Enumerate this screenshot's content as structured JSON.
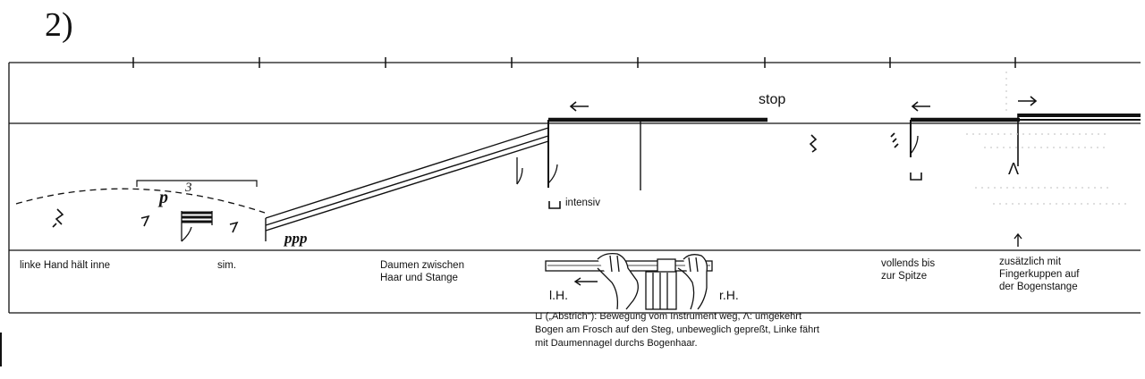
{
  "figure_label": "2)",
  "stop_label": "stop",
  "dynamics": {
    "p": "p",
    "tuplet": "3",
    "ppp": "ppp"
  },
  "intensiv_label": "intensiv",
  "caret_symbol": "Λ",
  "bottom_labels": {
    "left_hand": "linke Hand hält inne",
    "sim": "sim.",
    "thumb": "Daumen zwischen\nHaar und Stange",
    "tip": "vollends bis\nzur Spitze",
    "fingertips": "zusätzlich mit\nFingerkuppen auf\nder Bogenstange"
  },
  "hands": {
    "left": "l.H.",
    "right": "r.H."
  },
  "footnote": "⊔ („Abstrich\"): Bewegung vom Instrument weg, Λ: umgekehrt\nBogen am Frosch auf den Steg, unbeweglich gepreßt, Linke fährt\nmit Daumennagel durchs Bogenhaar.",
  "icons": [
    "left-arrow-icon",
    "right-arrow-icon",
    "up-arrow-icon",
    "downbow-icon",
    "hands-icon"
  ],
  "colors": {
    "ink": "#111111",
    "background": "#ffffff",
    "faded": "#bbbbbb"
  }
}
